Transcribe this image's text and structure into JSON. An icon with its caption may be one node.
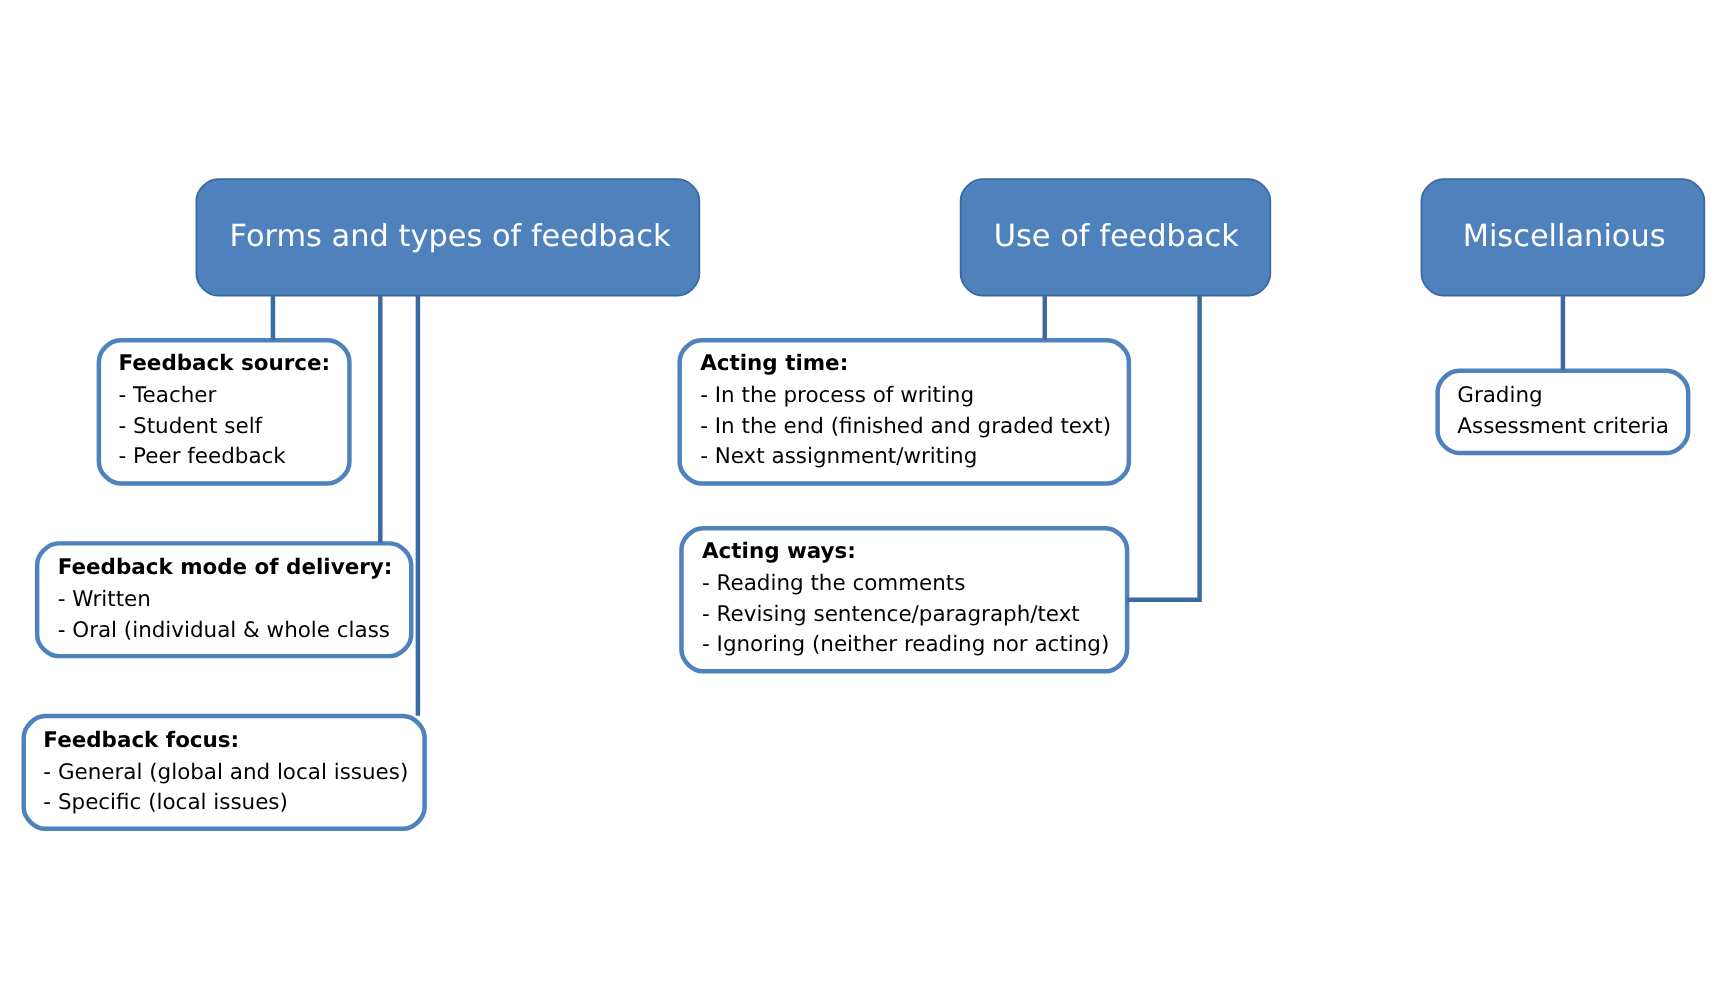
{
  "diagram": {
    "nodes": [
      {
        "text": [
          "Forms and types of feedback"
        ]
      },
      {
        "text": [
          "Feedback source:",
          "- Teacher",
          "- Student self",
          "- Peer feedback"
        ]
      },
      {
        "text": [
          "Feedback mode of delivery:",
          "- Written",
          "- Oral (individual & whole class"
        ]
      },
      {
        "text": [
          "Feedback focus:",
          "- General (global and local issues)",
          "- Specific (local issues)"
        ]
      },
      {
        "text": [
          "Use of feedback"
        ]
      },
      {
        "text": [
          "Acting time:",
          "- In the process of writing",
          "- In the end (finished and graded text)",
          "- Next assignment/writing"
        ]
      },
      {
        "text": [
          "Acting ways:",
          "- Reading the comments",
          "- Revising sentence/paragraph/text",
          "- Ignoring (neither reading nor acting)"
        ]
      },
      {
        "text": [
          "Miscellanious"
        ]
      },
      {
        "text": [
          "Grading",
          "Assessment criteria"
        ]
      }
    ],
    "edges": [
      {
        "from": 0,
        "to": 1,
        "arrow": "none"
      },
      {
        "from": 0,
        "to": 2,
        "arrow": "none"
      },
      {
        "from": 0,
        "to": 3,
        "arrow": "none"
      },
      {
        "from": 4,
        "to": 5,
        "arrow": "none"
      },
      {
        "from": 4,
        "to": 6,
        "arrow": "none"
      },
      {
        "from": 7,
        "to": 8,
        "arrow": "none"
      }
    ]
  }
}
